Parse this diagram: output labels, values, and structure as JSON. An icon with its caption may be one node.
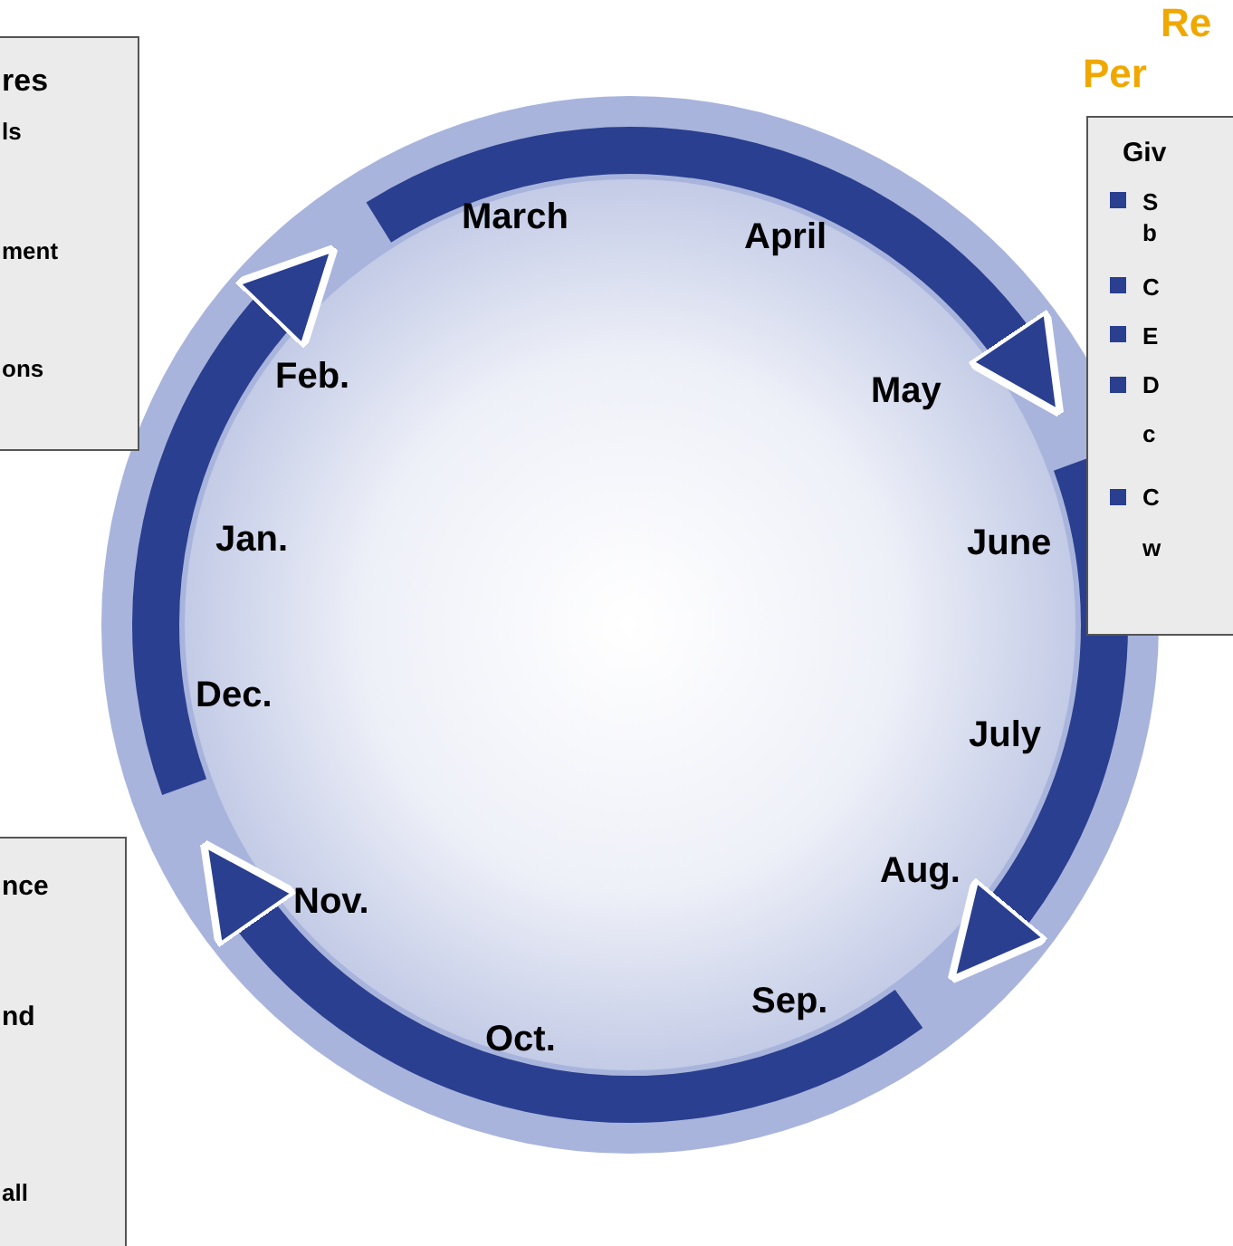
{
  "diagram": {
    "nodes": [
      {
        "text": [
          "res",
          "ls",
          "ment",
          "ons"
        ]
      },
      {
        "text": [
          "nce",
          "nd",
          "all"
        ]
      },
      {
        "text": [
          "Giv",
          "S b",
          "C",
          "E",
          "D c",
          "C w"
        ]
      }
    ],
    "labels": [
      "Re",
      "Per",
      "March",
      "April",
      "May",
      "June",
      "July",
      "Aug.",
      "Sep.",
      "Oct.",
      "Nov.",
      "Dec.",
      "Jan.",
      "Feb."
    ]
  }
}
